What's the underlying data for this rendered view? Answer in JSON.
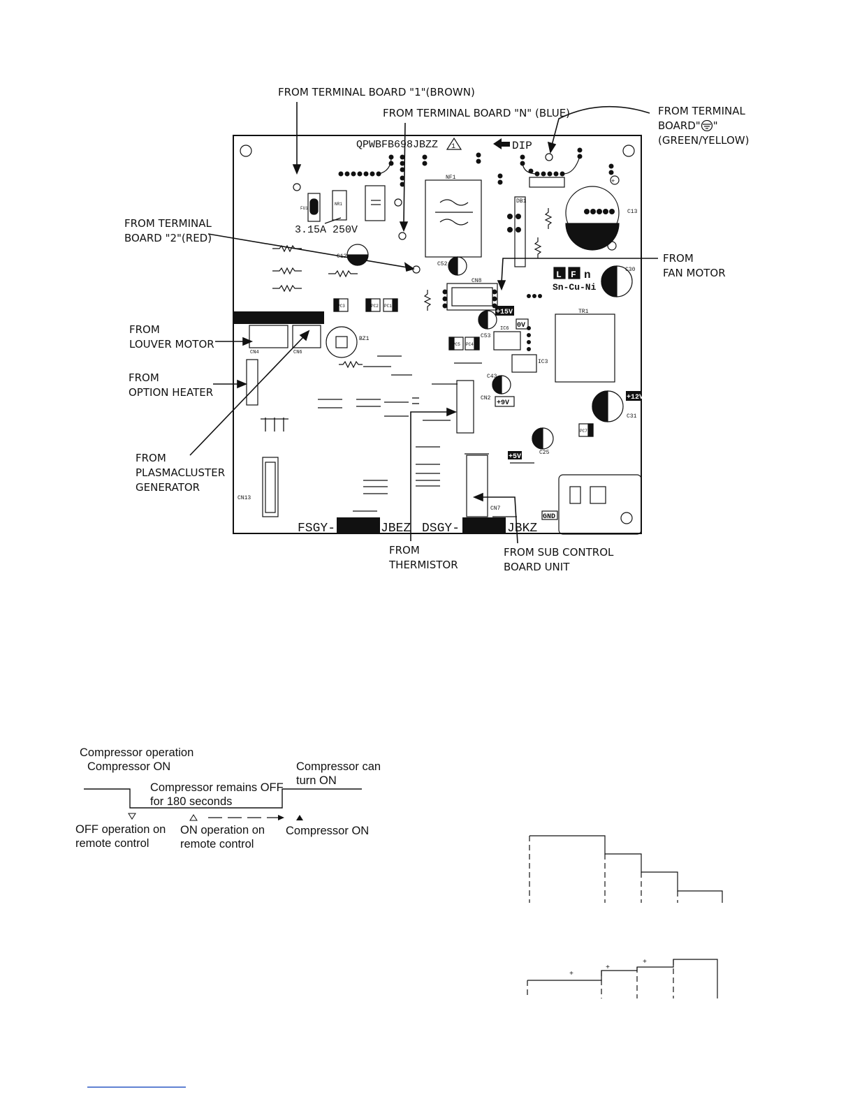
{
  "pcb": {
    "part_number": "QPWBFB698JBZZ",
    "dip_label": "DIP",
    "fuse_rating": "3.15A 250V",
    "lead_free_mark": "Sn-Cu-Ni",
    "bottom_left_model_prefix": "FSGY-",
    "bottom_left_model_suffix": "JBEZ",
    "bottom_right_model_prefix": "DSGY-",
    "bottom_right_model_suffix": "JBKZ",
    "voltage_labels": [
      "+15V",
      "0V",
      "+9V",
      "+5V",
      "+12V",
      "GND"
    ],
    "component_labels": [
      "NF1",
      "DB1",
      "TR1",
      "C12",
      "C13",
      "C30",
      "C31",
      "C52",
      "C53",
      "C43",
      "C25",
      "CN4",
      "CN6",
      "CN8",
      "CN2",
      "CN7",
      "CN13",
      "BZ1",
      "IC3",
      "IC6",
      "PC1",
      "PC2",
      "PC3",
      "PC4",
      "PC5",
      "PC7",
      "NR1",
      "FU1"
    ]
  },
  "labels": {
    "terminal_1": "FROM TERMINAL BOARD \"1\"(BROWN)",
    "terminal_n": "FROM TERMINAL BOARD \"N\" (BLUE)",
    "terminal_ground_1": "FROM TERMINAL",
    "terminal_ground_2a": "BOARD\"",
    "terminal_ground_2b": "\"",
    "terminal_ground_3": "(GREEN/YELLOW)",
    "terminal_2": "FROM TERMINAL\nBOARD \"2\"(RED)",
    "fan_motor": "FROM\nFAN MOTOR",
    "louver_motor": "FROM\nLOUVER MOTOR",
    "option_heater": "FROM\nOPTION HEATER",
    "plasmacluster": "FROM\nPLASMACLUSTER\nGENERATOR",
    "thermistor": "FROM\nTHERMISTOR",
    "sub_control": "FROM SUB CONTROL\nBOARD UNIT"
  },
  "timing": {
    "compressor_operation": "Compressor operation",
    "compressor_on_top": "Compressor ON",
    "remains_off": "Compressor remains OFF\nfor 180 seconds",
    "can_turn_on": "Compressor can\nturn ON",
    "off_operation": "OFF operation on\nremote control",
    "on_operation": "ON operation on\nremote control",
    "compressor_on_bottom": "Compressor ON"
  },
  "step_chart_2": {
    "plus_marks": [
      "+",
      "+",
      "+"
    ]
  }
}
